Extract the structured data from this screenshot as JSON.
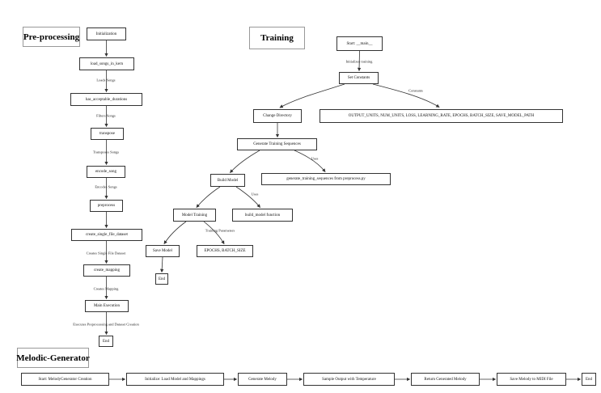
{
  "preprocessing": {
    "title": "Pre-processing",
    "node_initialization": "Initialization",
    "node_load_songs_in_kern": "load_songs_in_kern",
    "node_has_acceptable_durations": "has_acceptable_durations",
    "node_transpose": "transpose",
    "node_encode_song": "encode_song",
    "node_preprocess": "preprocess",
    "node_create_single_file_dataset": "create_single_file_dataset",
    "node_create_mapping": "create_mapping",
    "node_main_execution": "Main Execution",
    "node_end": "End",
    "label_loads_songs": "Loads Songs",
    "label_filters_songs": "Filters Songs",
    "label_transposes_songs": "Transposes Songs",
    "label_encodes_songs": "Encodes Songs",
    "label_creates_single_file_dataset": "Creates Single File Dataset",
    "label_creates_mapping": "Creates Mapping",
    "label_executes": "Executes Preprocessing and Dataset Creation"
  },
  "training": {
    "title": "Training",
    "node_start_main": "Start: __main__",
    "node_set_constants": "Set Constants",
    "node_change_directory": "Change Directory",
    "node_constants_list": "OUTPUT_UNITS, NUM_UNITS, LOSS, LEARNING_RATE, EPOCHS, BATCH_SIZE, SAVE_MODEL_PATH",
    "node_generate_training_sequences": "Generate Training Sequences",
    "node_build_model": "Build Model",
    "node_gts_from_preprocess": "generate_training_sequences from preprocess.py",
    "node_model_training": "Model Training",
    "node_build_model_function": "build_model function",
    "node_save_model": "Save Model",
    "node_epochs_batch_size": "EPOCHS, BATCH_SIZE",
    "node_end": "End",
    "label_initializes_training": "Initializes training",
    "label_constants": "Constants",
    "label_uses_sequences": "Uses",
    "label_uses_function": "Uses",
    "label_training_parameters": "Training Parameters"
  },
  "melodic_generator": {
    "title": "Melodic-Generator",
    "node_start": "Start: MelodyGenerator Creation",
    "node_initialize": "Initialize: Load Model and Mappings",
    "node_generate_melody": "Generate Melody",
    "node_sample_output": "Sample Output with Temperature",
    "node_return_melody": "Return Generated Melody",
    "node_save_midi": "Save Melody to MIDI File",
    "node_end": "End"
  },
  "colors": {
    "line": "#333333",
    "box_border": "#333333",
    "section_border": "#999999",
    "background": "#ffffff"
  }
}
